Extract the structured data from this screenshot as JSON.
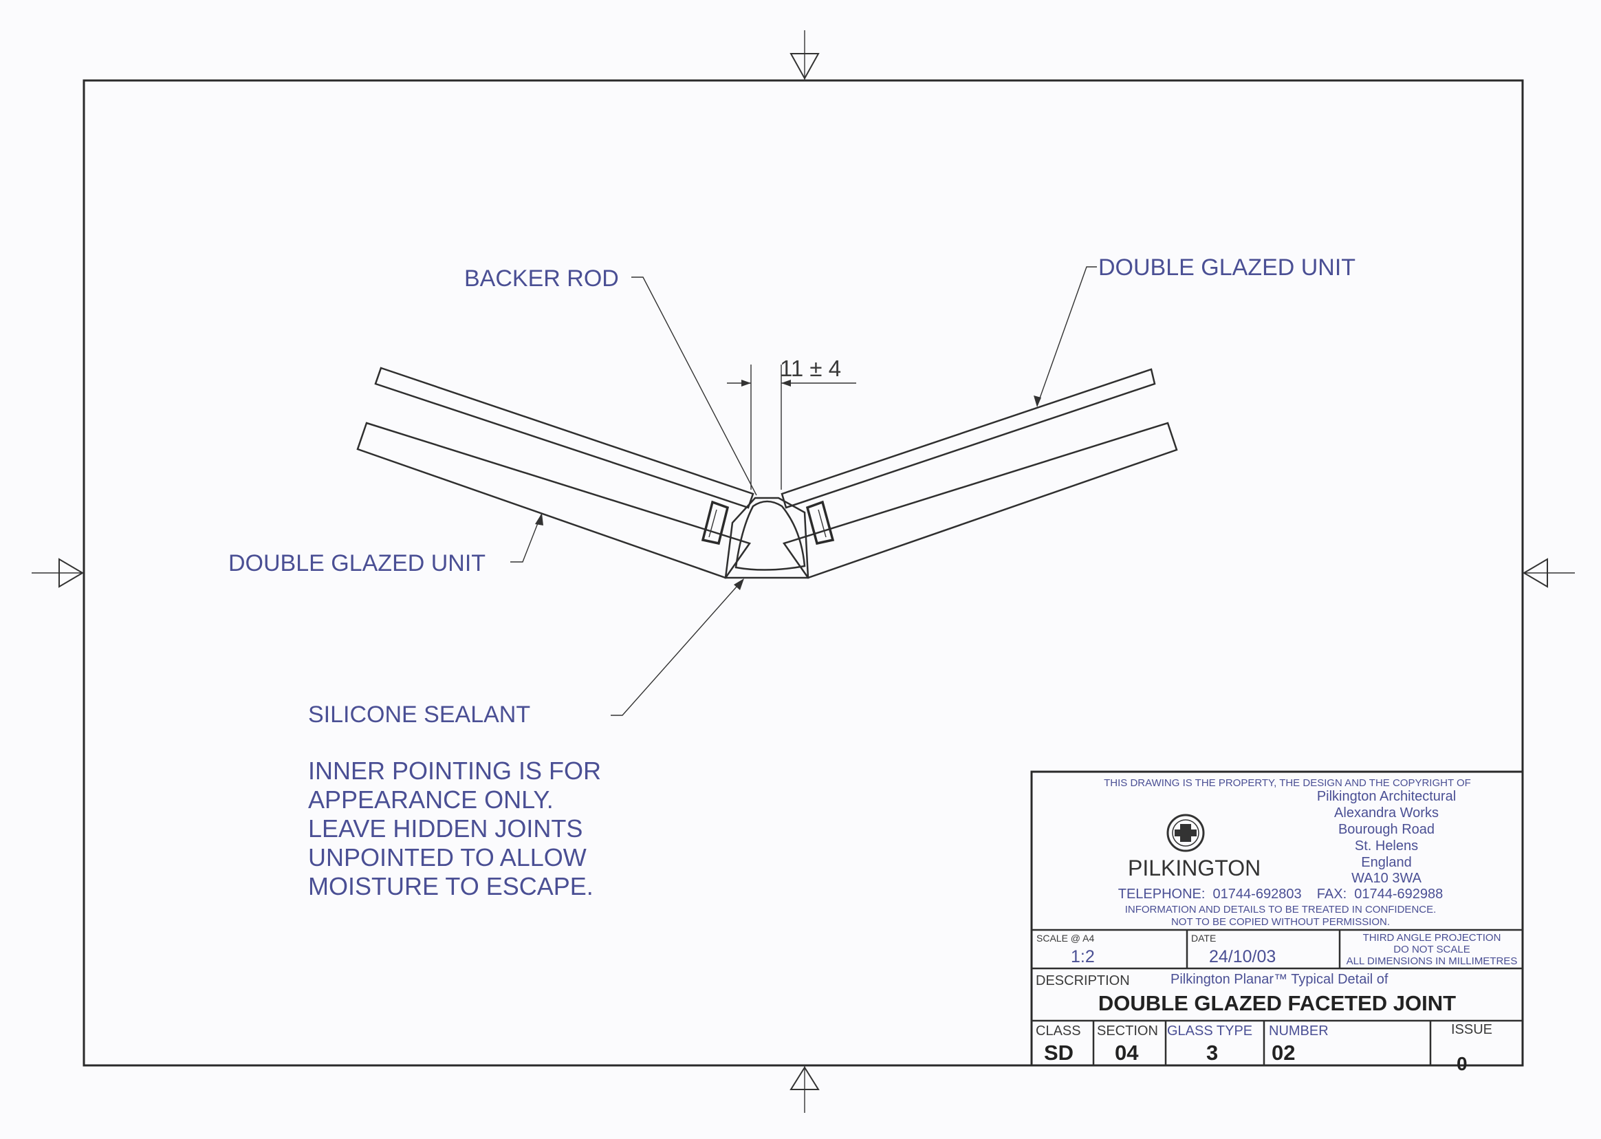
{
  "drawing": {
    "labels": {
      "backer_rod": "BACKER ROD",
      "dgu_right": "DOUBLE GLAZED UNIT",
      "dgu_left": "DOUBLE GLAZED UNIT",
      "dimension": "11 ± 4",
      "silicone_sealant": "SILICONE SEALANT"
    },
    "note_lines": [
      "INNER POINTING IS FOR",
      "APPEARANCE ONLY.",
      "LEAVE HIDDEN JOINTS",
      "UNPOINTED TO ALLOW",
      "MOISTURE TO ESCAPE."
    ]
  },
  "title_block": {
    "copyright": "THIS DRAWING IS THE PROPERTY, THE DESIGN AND THE COPYRIGHT OF",
    "brand": "PILKINGTON",
    "address": [
      "Pilkington Architectural",
      "Alexandra Works",
      "Bourough Road",
      "St. Helens",
      "England",
      "WA10 3WA"
    ],
    "telephone": "TELEPHONE:  01744-692803    FAX:  01744-692988",
    "confidence_1": "INFORMATION AND DETAILS TO BE TREATED IN CONFIDENCE.",
    "confidence_2": "NOT TO BE COPIED WITHOUT PERMISSION.",
    "scale_label": "SCALE @ A4",
    "scale_value": "1:2",
    "date_label": "DATE",
    "date_value": "24/10/03",
    "projection_1": "THIRD ANGLE PROJECTION",
    "projection_2": "DO NOT SCALE",
    "projection_3": "ALL DIMENSIONS IN MILLIMETRES",
    "description_label": "DESCRIPTION",
    "subtitle": "Pilkington Planar™ Typical Detail of",
    "title": "DOUBLE GLAZED FACETED JOINT",
    "class_label": "CLASS",
    "class_value": "SD",
    "section_label": "SECTION",
    "section_value": "04",
    "glass_type_label": "GLASS TYPE",
    "glass_type_value": "3",
    "number_label": "NUMBER",
    "number_value": "02",
    "issue_label": "ISSUE",
    "issue_value": "0"
  },
  "colors": {
    "annotation_text": "#4a4f94",
    "linework": "#2f2f2f",
    "paper": "#fbfbfd"
  }
}
